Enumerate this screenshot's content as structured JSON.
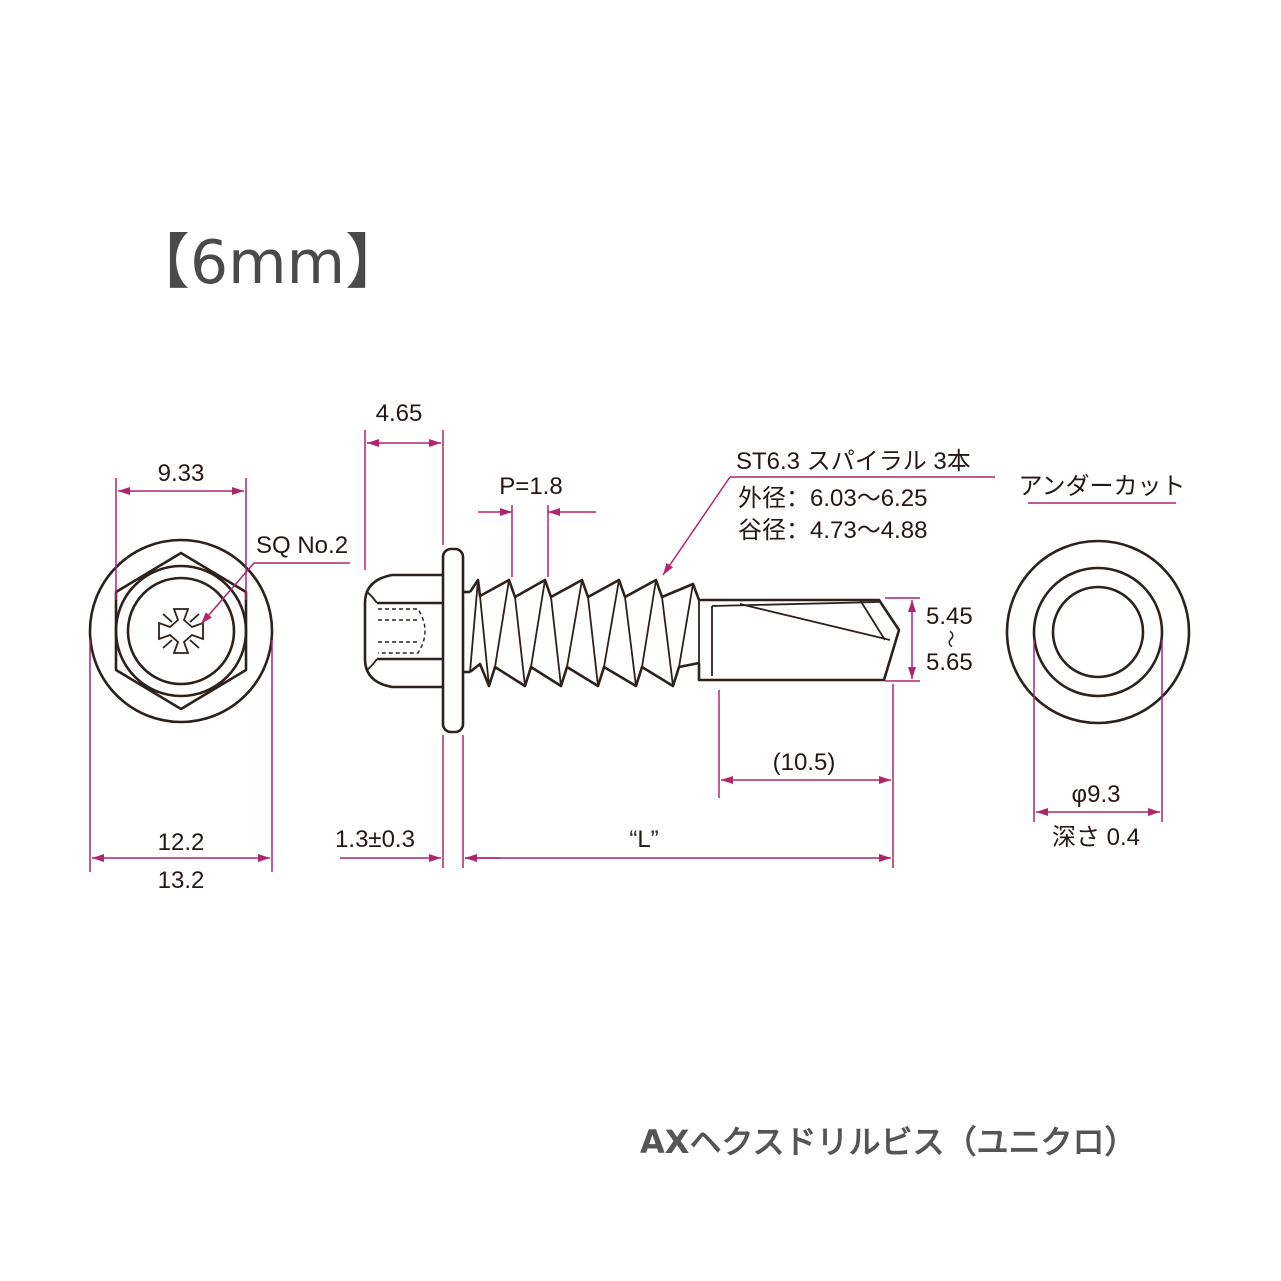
{
  "heading": "【6mm】",
  "caption": "AXヘクスドリルビス（ユニクロ）",
  "dimensions": {
    "washer_width": "4.65",
    "hex_across_flats": "9.33",
    "pitch": "P=1.8",
    "drive": "SQ No.2",
    "thread_spec": "ST6.3  スパイラル 3本",
    "outer_diameter": "外径：6.03～6.25",
    "root_diameter": "谷径：4.73～4.88",
    "undercut": "アンダーカット",
    "drill_dia_min": "5.45",
    "drill_dia_tilde": "～",
    "drill_dia_max": "5.65",
    "drill_length": "(10.5)",
    "length": "“L”",
    "washer_thickness": "1.3±0.3",
    "hex_across_corners": "12.2",
    "washer_diameter": "13.2",
    "undercut_diameter": "φ9.3",
    "undercut_depth": "深さ 0.4"
  },
  "colors": {
    "dimension": "#b0256c",
    "outline": "#2b211d",
    "text": "#231815"
  }
}
